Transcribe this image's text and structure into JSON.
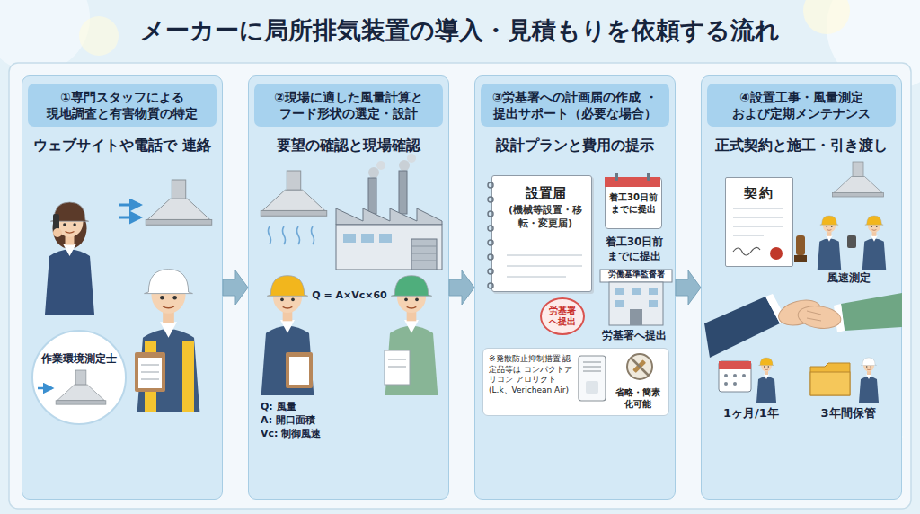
{
  "diagram": {
    "title": "メーカーに局所排気装置の導入・見積もりを依頼する流れ",
    "nodes": [
      {
        "text": [
          "①専門スタッフによる 現地調査と有害物質の特定",
          "ウェブサイトや電話で 連絡"
        ]
      },
      {
        "text": [
          "②現場に適した風量計算と フード形状の選定・設計",
          "要望の確認と現場確認"
        ]
      },
      {
        "text": [
          "③労基署への計画届の作成 ・提出サポート（必要な場合）",
          "設計プランと費用の提示"
        ]
      },
      {
        "text": [
          "④設置工事・風量測定 および定期メンテナンス",
          "正式契約と施工・引き渡し"
        ]
      },
      {
        "text": [
          "設置届",
          "(機械等設置・移転・変更届)"
        ],
        "in": 2
      },
      {
        "text": [
          "着工30日前 までに提出"
        ],
        "in": 2
      },
      {
        "text": [
          "労基署へ提出"
        ],
        "in": 2
      },
      {
        "text": [
          "※発散防止抑制措置 認定品等は コンパクトアリコン アロリクト(L.k、Verichean Air)",
          "省略・簡素化可能"
        ],
        "in": 2
      },
      {
        "text": [
          "契約"
        ],
        "in": 3
      }
    ],
    "edges": [
      {
        "from": 0,
        "to": 1,
        "arrow": "to"
      },
      {
        "from": 1,
        "to": 2,
        "arrow": "to"
      },
      {
        "from": 2,
        "to": 3,
        "arrow": "to"
      }
    ],
    "labels": [
      "作業環境測定士",
      "Q = A×Vc×60",
      "Q: 風量",
      "A: 開口面積",
      "Vc: 制御風速",
      "着工30日前 までに提出",
      "労働基準監督署",
      "労基署へ提出",
      "風速測定",
      "1ヶ月/1年",
      "3年間保管"
    ]
  }
}
